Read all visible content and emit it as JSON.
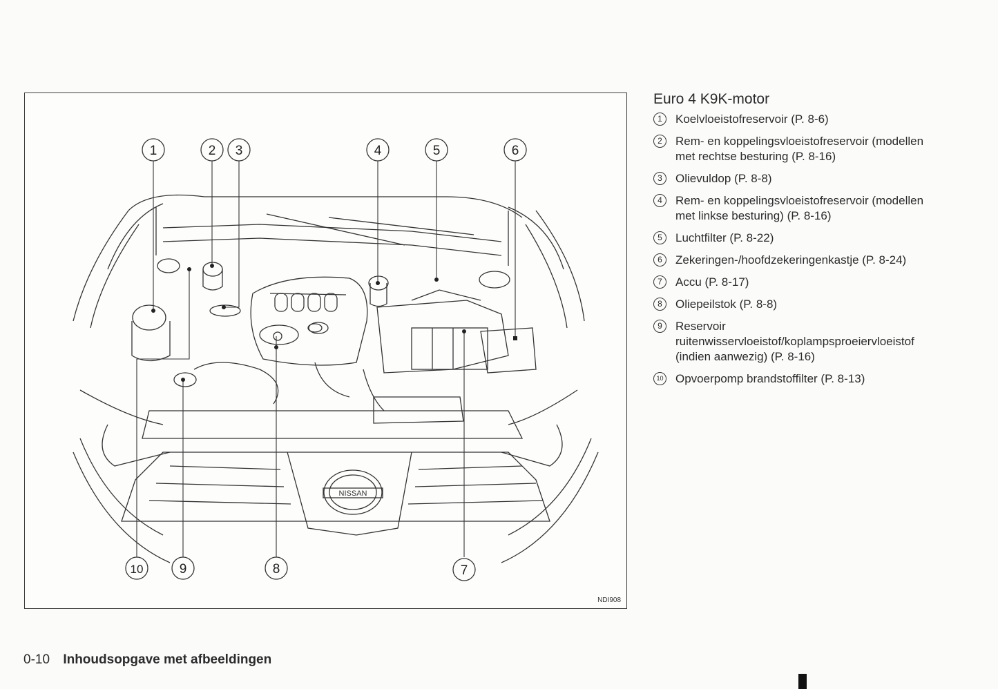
{
  "figure": {
    "code": "NDI908",
    "callouts": [
      "1",
      "2",
      "3",
      "4",
      "5",
      "6",
      "10",
      "9",
      "8",
      "7"
    ],
    "logo_text": "NISSAN"
  },
  "legend": {
    "title": "Euro 4 K9K-motor",
    "items": [
      {
        "num": "1",
        "text": "Koelvloeistofreservoir (P. 8-6)"
      },
      {
        "num": "2",
        "text": "Rem- en koppelingsvloeistofreservoir (modellen met rechtse besturing (P. 8-16)"
      },
      {
        "num": "3",
        "text": "Olievuldop (P. 8-8)"
      },
      {
        "num": "4",
        "text": "Rem- en koppelingsvloeistofreservoir (modellen met linkse besturing) (P. 8-16)"
      },
      {
        "num": "5",
        "text": "Luchtfilter (P. 8-22)"
      },
      {
        "num": "6",
        "text": "Zekeringen-/hoofdzekeringenkastje (P. 8-24)"
      },
      {
        "num": "7",
        "text": "Accu (P. 8-17)"
      },
      {
        "num": "8",
        "text": "Oliepeilstok (P. 8-8)"
      },
      {
        "num": "9",
        "text": "Reservoir ruitenwisservloeistof/koplampsproeiervloeistof (indien aanwezig) (P. 8-16)"
      },
      {
        "num": "10",
        "text": "Opvoerpomp brandstoffilter (P. 8-13)"
      }
    ]
  },
  "footer": {
    "page_number": "0-10",
    "section_title": "Inhoudsopgave met afbeeldingen"
  }
}
